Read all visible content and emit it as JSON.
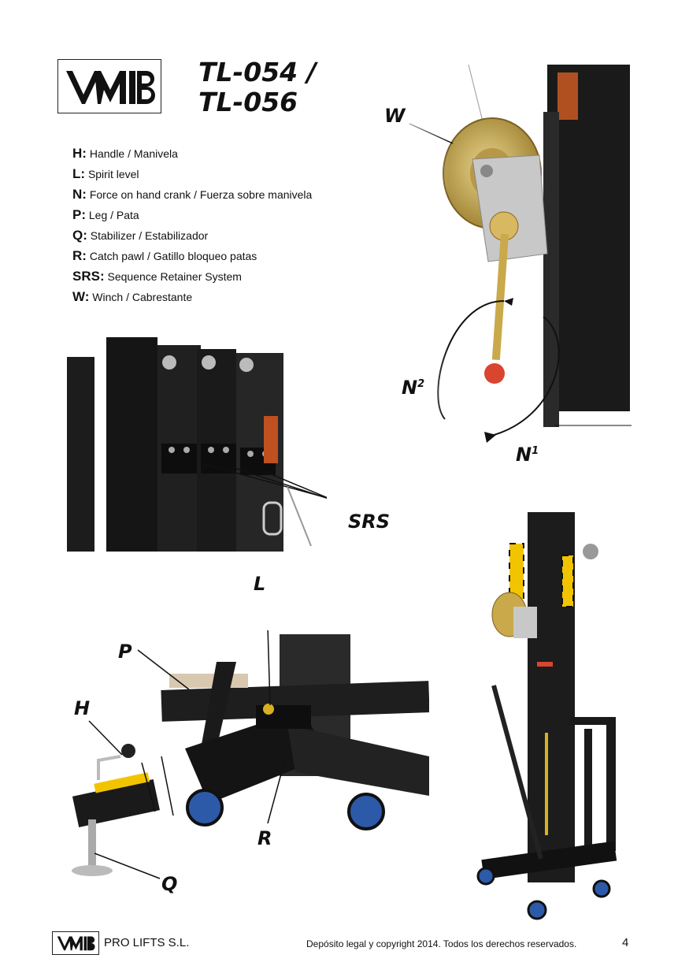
{
  "header": {
    "brand": "VMB",
    "model_line1": "TL-054 /",
    "model_line2": "TL-056"
  },
  "legend": [
    {
      "key": "H:",
      "text": "Handle / Manivela"
    },
    {
      "key": "L:",
      "text": "Spirit level"
    },
    {
      "key": "N:",
      "text": "Force on hand crank / Fuerza sobre manivela"
    },
    {
      "key": "P:",
      "text": "Leg / Pata"
    },
    {
      "key": "Q:",
      "text": "Stabilizer / Estabilizador"
    },
    {
      "key": "R:",
      "text": "Catch pawl / Gatillo bloqueo patas"
    },
    {
      "key": "SRS:",
      "text": "Sequence Retainer System"
    },
    {
      "key": "W:",
      "text": "Winch / Cabrestante"
    }
  ],
  "callouts": {
    "W": "W",
    "N2": "N",
    "N2_sup": "2",
    "N1": "N",
    "N1_sup": "1",
    "SRS": "SRS",
    "L": "L",
    "P": "P",
    "H": "H",
    "R": "R",
    "Q": "Q"
  },
  "footer": {
    "company": "PRO LIFTS S.L.",
    "legal": "Depósito legal y copyright 2014. Todos los derechos reservados.",
    "page_number": "4"
  },
  "colors": {
    "brass": "#c9a94a",
    "hazard_yellow": "#f2c400",
    "caster_blue": "#2d5aa8",
    "knob_red": "#d9452f"
  }
}
